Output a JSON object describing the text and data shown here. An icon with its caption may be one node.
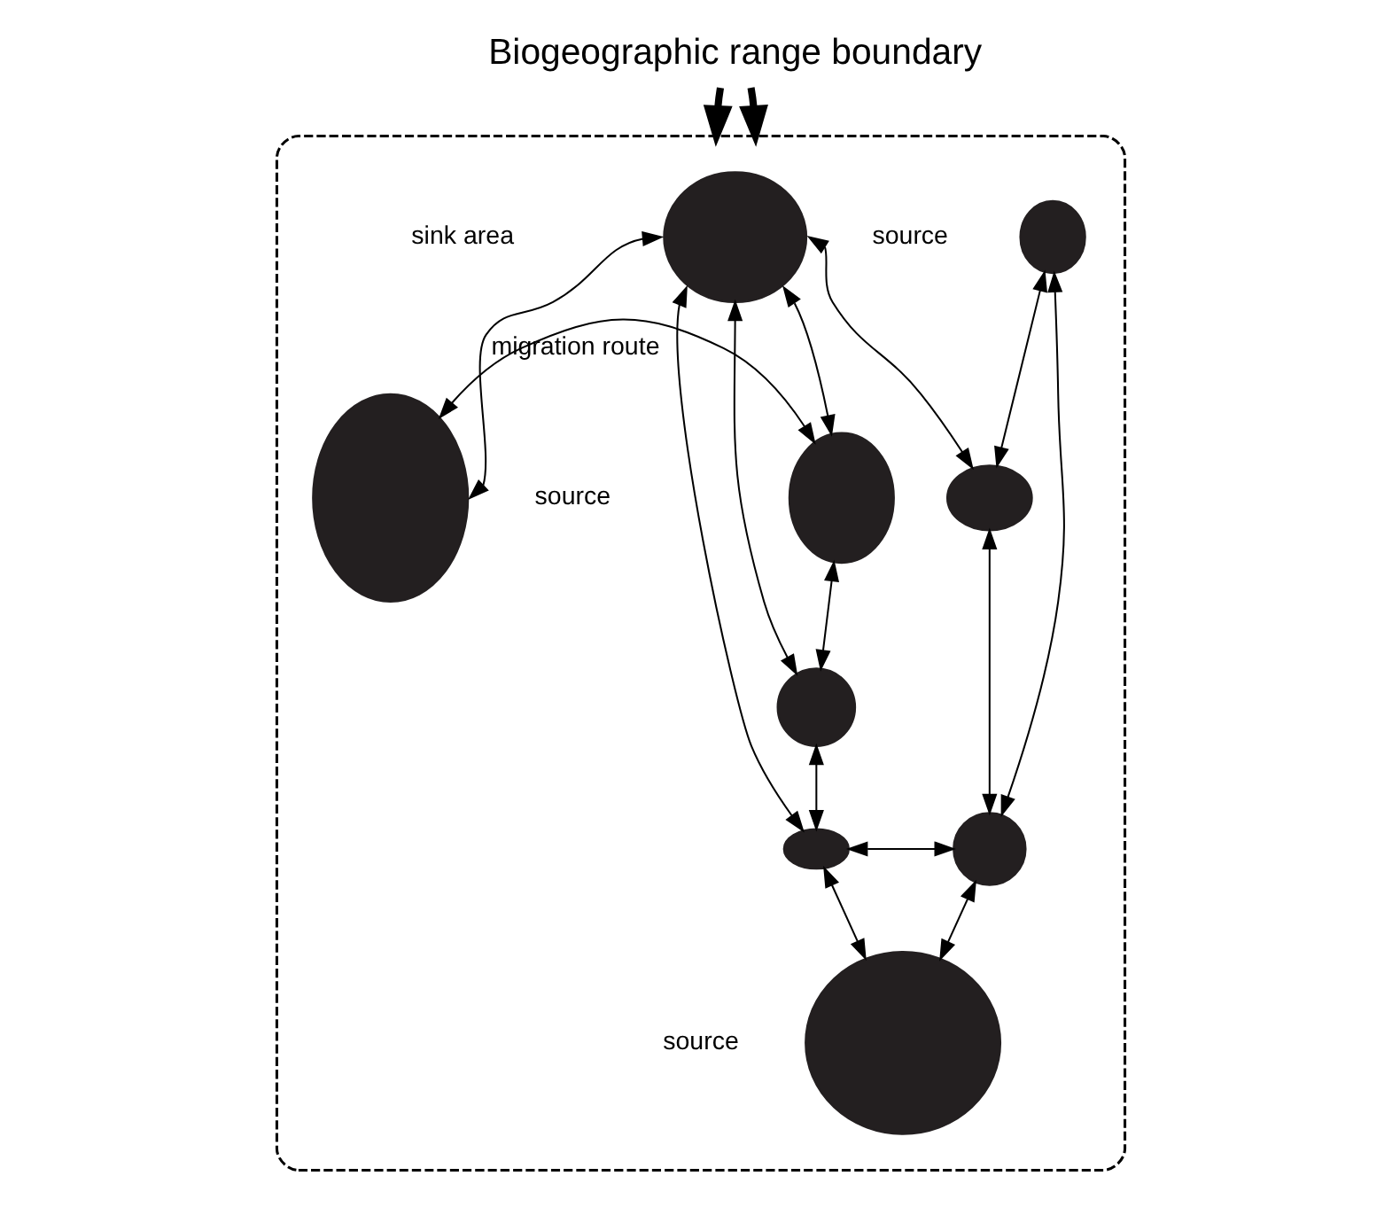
{
  "diagram": {
    "nodes": [
      {
        "text": [
          "Biogeographic range boundary"
        ]
      },
      {
        "text": [],
        "shape": "outline"
      },
      {
        "text": [],
        "shape": "ellipse",
        "in": 1,
        "beside": [
          "source"
        ]
      },
      {
        "text": [],
        "shape": "ellipse",
        "in": 1
      },
      {
        "text": [],
        "shape": "ellipse",
        "in": 1
      },
      {
        "text": [],
        "shape": "ellipse",
        "in": 1,
        "beside": [
          "source"
        ]
      },
      {
        "text": [],
        "shape": "ellipse",
        "in": 1
      },
      {
        "text": [],
        "shape": "ellipse",
        "in": 1
      },
      {
        "text": [],
        "shape": "ellipse",
        "in": 1
      },
      {
        "text": [],
        "shape": "ellipse",
        "in": 1
      },
      {
        "text": [],
        "shape": "ellipse",
        "in": 1,
        "beside": [
          "source"
        ]
      }
    ],
    "edges": [
      {
        "from": 0,
        "to": 1,
        "arrow": "to",
        "style": "thick"
      },
      {
        "from": 0,
        "to": 1,
        "arrow": "to",
        "style": "thick"
      },
      {
        "from": 5,
        "to": 2,
        "arrow": "both",
        "label": "migration route"
      },
      {
        "from": 5,
        "to": 6,
        "arrow": "both"
      },
      {
        "from": 2,
        "to": 6,
        "arrow": "both"
      },
      {
        "from": 2,
        "to": 4,
        "arrow": "both"
      },
      {
        "from": 2,
        "to": 9,
        "arrow": "both"
      },
      {
        "from": 2,
        "to": 7,
        "arrow": "both"
      },
      {
        "from": 3,
        "to": 4,
        "arrow": "both"
      },
      {
        "from": 3,
        "to": 8,
        "arrow": "both"
      },
      {
        "from": 4,
        "to": 8,
        "arrow": "both"
      },
      {
        "from": 6,
        "to": 9,
        "arrow": "both"
      },
      {
        "from": 9,
        "to": 7,
        "arrow": "both"
      },
      {
        "from": 7,
        "to": 8,
        "arrow": "both"
      },
      {
        "from": 7,
        "to": 10,
        "arrow": "both"
      },
      {
        "from": 10,
        "to": 8,
        "arrow": "both"
      }
    ],
    "labels": [
      "sink area"
    ]
  }
}
